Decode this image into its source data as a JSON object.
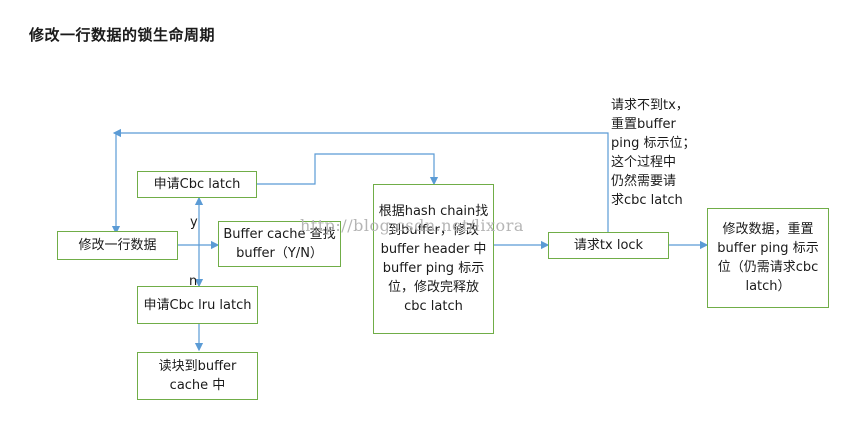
{
  "diagram": {
    "title": "修改一行数据的锁生命周期",
    "watermark": "http://blog.csdn.net/lixora",
    "nodes": {
      "modify_row": "修改一行数据",
      "request_cbc_latch": "申请Cbc latch",
      "buffer_cache_lookup": "Buffer cache 查找buffer（Y/N）",
      "request_cbc_lru_latch": "申请Cbc lru latch",
      "read_block": "读块到buffer cache 中",
      "hash_chain_find": "根据hash chain找到buffer，修改buffer header 中buffer ping 标示位，修改完释放cbc latch",
      "request_tx_lock": "请求tx lock",
      "modify_data": "修改数据，重置 buffer ping 标示位（仍需请求cbc latch）"
    },
    "labels": {
      "yes": "y",
      "no": "n",
      "retry_note": "请求不到tx，\n重置buffer\nping 标示位；\n这个过程中\n仍然需要请\n求cbc latch"
    },
    "colors": {
      "box_border": "#70ad47",
      "arrow": "#5b9bd5"
    }
  }
}
